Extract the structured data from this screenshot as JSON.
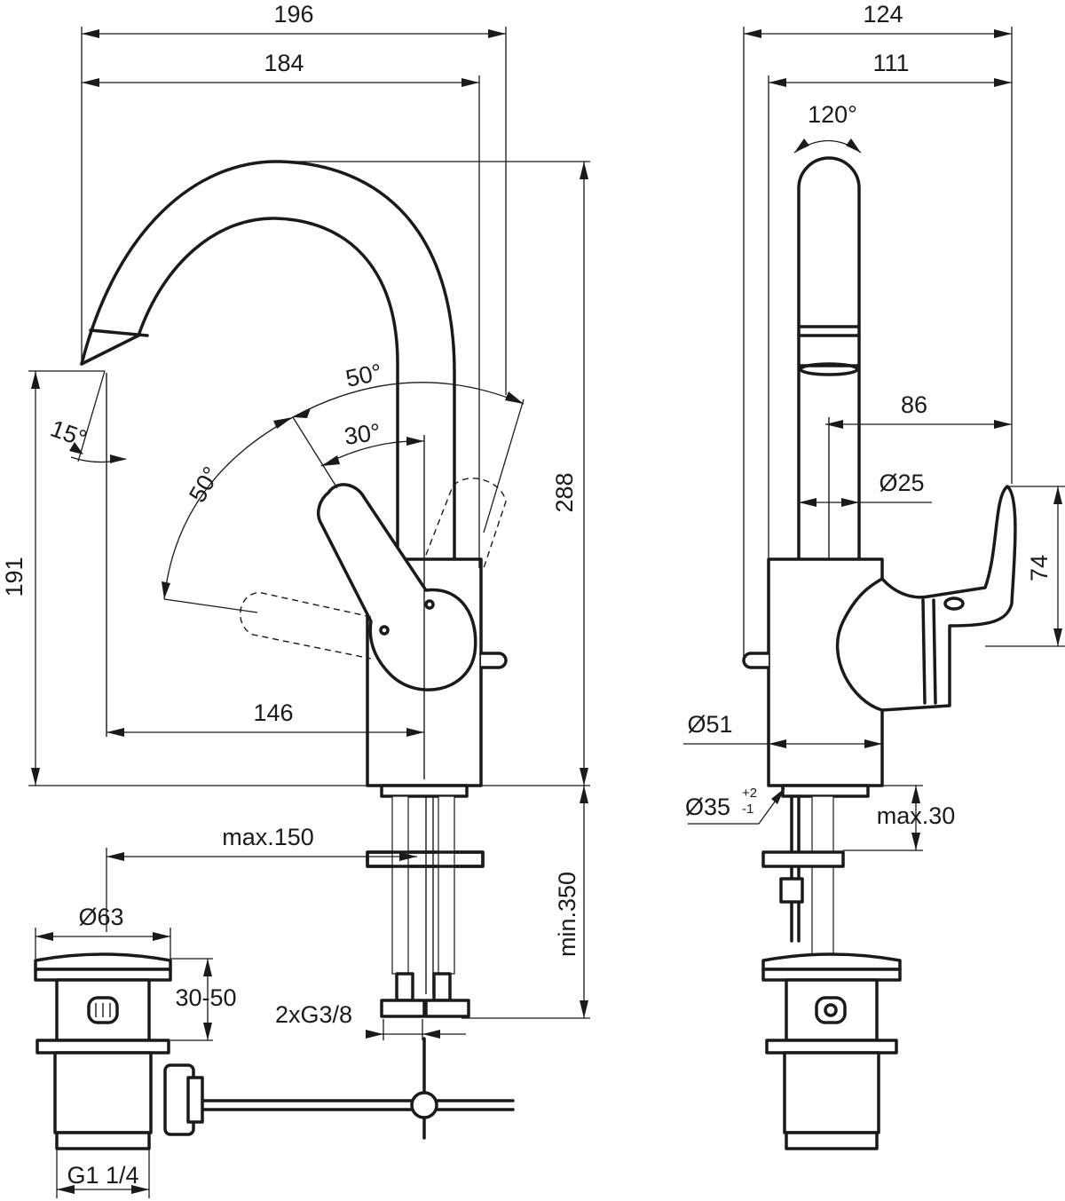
{
  "dimensions": {
    "width_overall": "196",
    "width_spout": "184",
    "height_total": "288",
    "spout_height": "191",
    "spout_reach": "146",
    "lever_angle_50_top": "50°",
    "lever_angle_30": "30°",
    "lever_angle_50_left": "50°",
    "spout_angle": "15°",
    "max_150": "max.150",
    "min_350": "min.350",
    "waste_diameter": "Ø63",
    "waste_range": "30-50",
    "connection": "2xG3/8",
    "waste_thread": "G1 1/4",
    "side_width_overall": "124",
    "side_width": "111",
    "swivel_angle": "120°",
    "side_86": "86",
    "spout_diameter": "Ø25",
    "lever_height": "74",
    "body_diameter": "Ø51",
    "hole_diameter": "Ø35",
    "hole_tol_plus": "+2",
    "hole_tol_minus": "-1",
    "deck_thickness": "max.30"
  }
}
